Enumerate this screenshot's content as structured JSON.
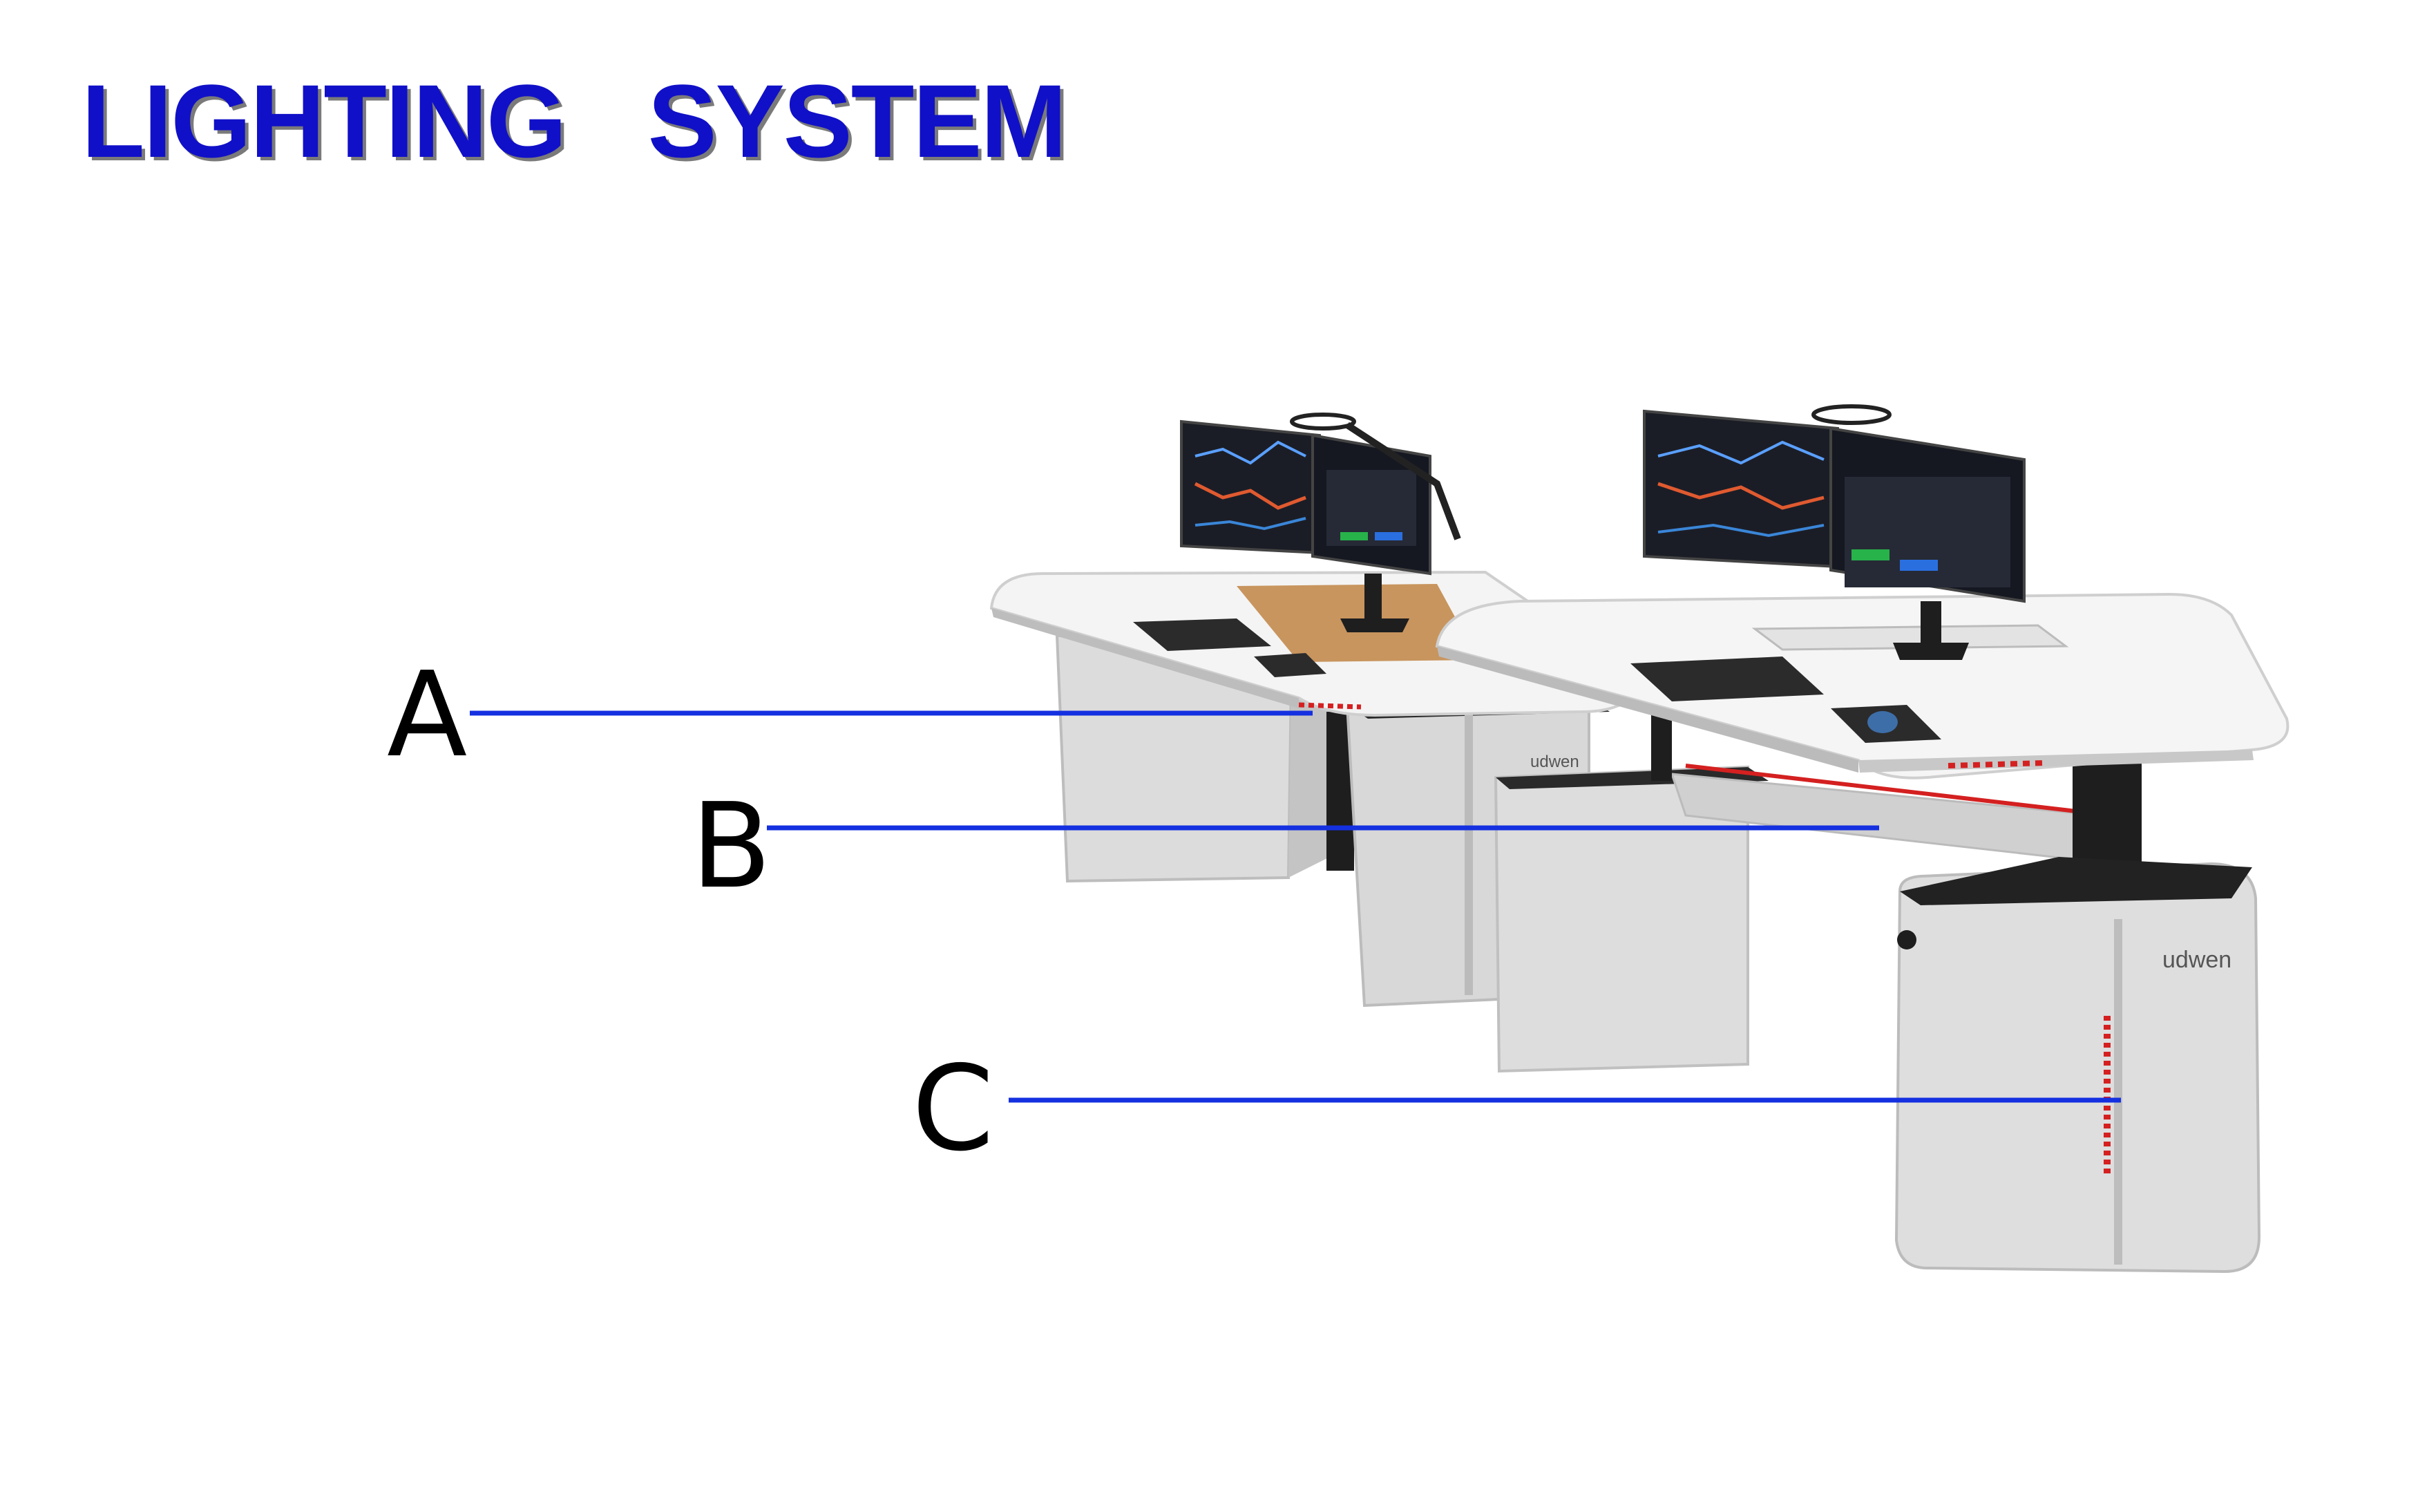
{
  "title": "LIGHTING   SYSTEM",
  "callouts": [
    {
      "id": "A",
      "label": "A"
    },
    {
      "id": "B",
      "label": "B"
    },
    {
      "id": "C",
      "label": "C"
    }
  ],
  "brand_mark": "udwen",
  "colors": {
    "title": "#1010c8",
    "leader_line": "#1430e0",
    "desk_top": "#f4f4f4",
    "pedestal": "#dadada",
    "frame": "#1e1e1e",
    "led_strip": "#d42020",
    "wood_panel": "#c8955e"
  }
}
